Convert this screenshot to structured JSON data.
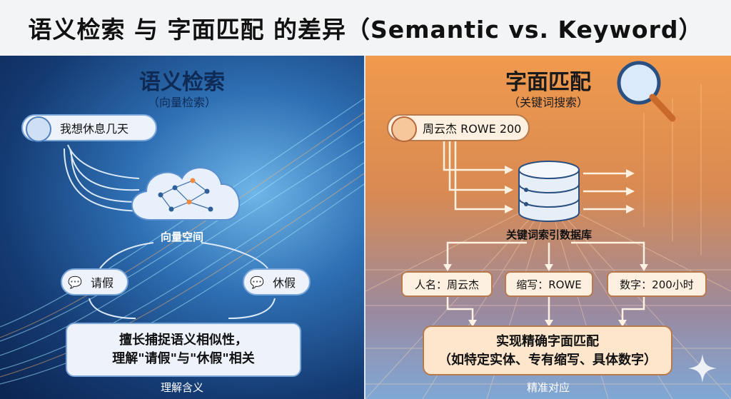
{
  "title": "语义检索 与 字面匹配 的差异（Semantic vs. Keyword）",
  "semantic": {
    "heading": "语义检索",
    "subheading": "（向量检索）",
    "query": "我想休息几天",
    "cloud_label": "向量空间",
    "result_1": "请假",
    "result_2": "休假",
    "summary_line1": "擅长捕捉语义相似性，",
    "summary_line2": "理解\"请假\"与\"休假\"相关",
    "footer": "理解含义"
  },
  "keyword": {
    "heading": "字面匹配",
    "subheading": "（关键词搜索）",
    "query": "周云杰 ROWE 200",
    "db_label": "关键词索引数据库",
    "field_1": "人名：周云杰",
    "field_2": "缩写：ROWE",
    "field_3": "数字：200小时",
    "summary_line1": "实现精确字面匹配",
    "summary_line2": "（如特定实体、专有缩写、具体数字）",
    "footer": "精准对应"
  },
  "colors": {
    "semantic_accent": "#7aa7d9",
    "keyword_accent": "#b87a4c"
  }
}
